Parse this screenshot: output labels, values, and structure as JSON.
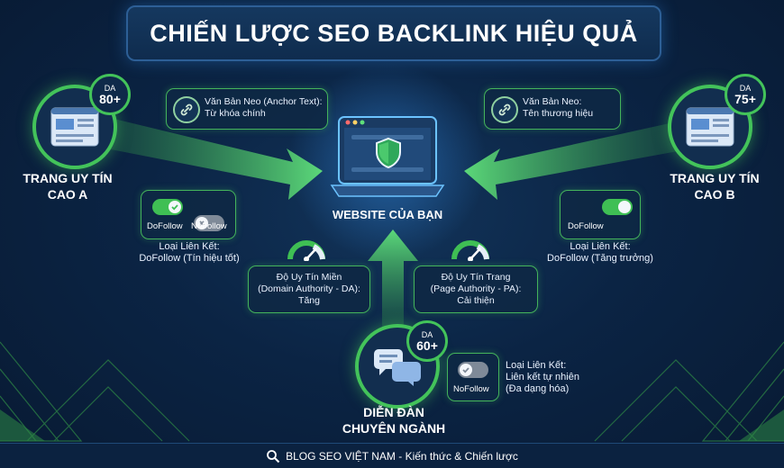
{
  "title": "CHIẾN LƯỢC SEO BACKLINK HIỆU QUẢ",
  "center": {
    "label": "WEBSITE CỦA BẠN"
  },
  "sites": {
    "a": {
      "da_label": "DA",
      "da_value": "80+",
      "name_line1": "TRANG UY TÍN",
      "name_line2": "CAO A"
    },
    "b": {
      "da_label": "DA",
      "da_value": "75+",
      "name_line1": "TRANG UY TÍN",
      "name_line2": "CAO B"
    },
    "forum": {
      "da_label": "DA",
      "da_value": "60+",
      "name_line1": "DIỄN ĐÀN",
      "name_line2": "CHUYÊN NGÀNH"
    }
  },
  "anchors": {
    "left": {
      "line1": "Văn Bản Neo (Anchor Text):",
      "line2": "Từ khóa chính"
    },
    "right": {
      "line1": "Văn Bản Neo:",
      "line2": "Tên thương hiệu"
    }
  },
  "toggles": {
    "left": {
      "dofollow": "DoFollow",
      "nofollow": "NoFollow"
    },
    "right": {
      "dofollow": "DoFollow"
    },
    "forum": {
      "nofollow": "NoFollow"
    }
  },
  "link_types": {
    "left": {
      "line1": "Loại Liên Kết:",
      "line2": "DoFollow (Tín hiệu tốt)"
    },
    "right": {
      "line1": "Loại Liên Kết:",
      "line2": "DoFollow (Tăng trưởng)"
    },
    "forum": {
      "line1": "Loại Liên Kết:",
      "line2": "Liên kết tự nhiên",
      "line3": "(Đa dạng hóa)"
    }
  },
  "metrics": {
    "domain_authority": {
      "line1": "Độ Uy Tín Miền",
      "line2": "(Domain Authority - DA):",
      "line3": "Tăng"
    },
    "page_authority": {
      "line1": "Độ Uy Tín Trang",
      "line2": "(Page Authority - PA):",
      "line3": "Cải thiện"
    }
  },
  "footer": {
    "text": "BLOG SEO VIỆT NAM - Kiến thức & Chiến lược"
  },
  "colors": {
    "background": "#0b2444",
    "accent_green": "#43c35a",
    "panel": "#0f2c4e",
    "laptop_glow": "#5fb8ff"
  },
  "icons": [
    "shield-icon",
    "link-icon",
    "gauge-icon",
    "chat-bubbles-icon",
    "webpage-icon",
    "search-icon",
    "check-icon",
    "x-icon"
  ]
}
